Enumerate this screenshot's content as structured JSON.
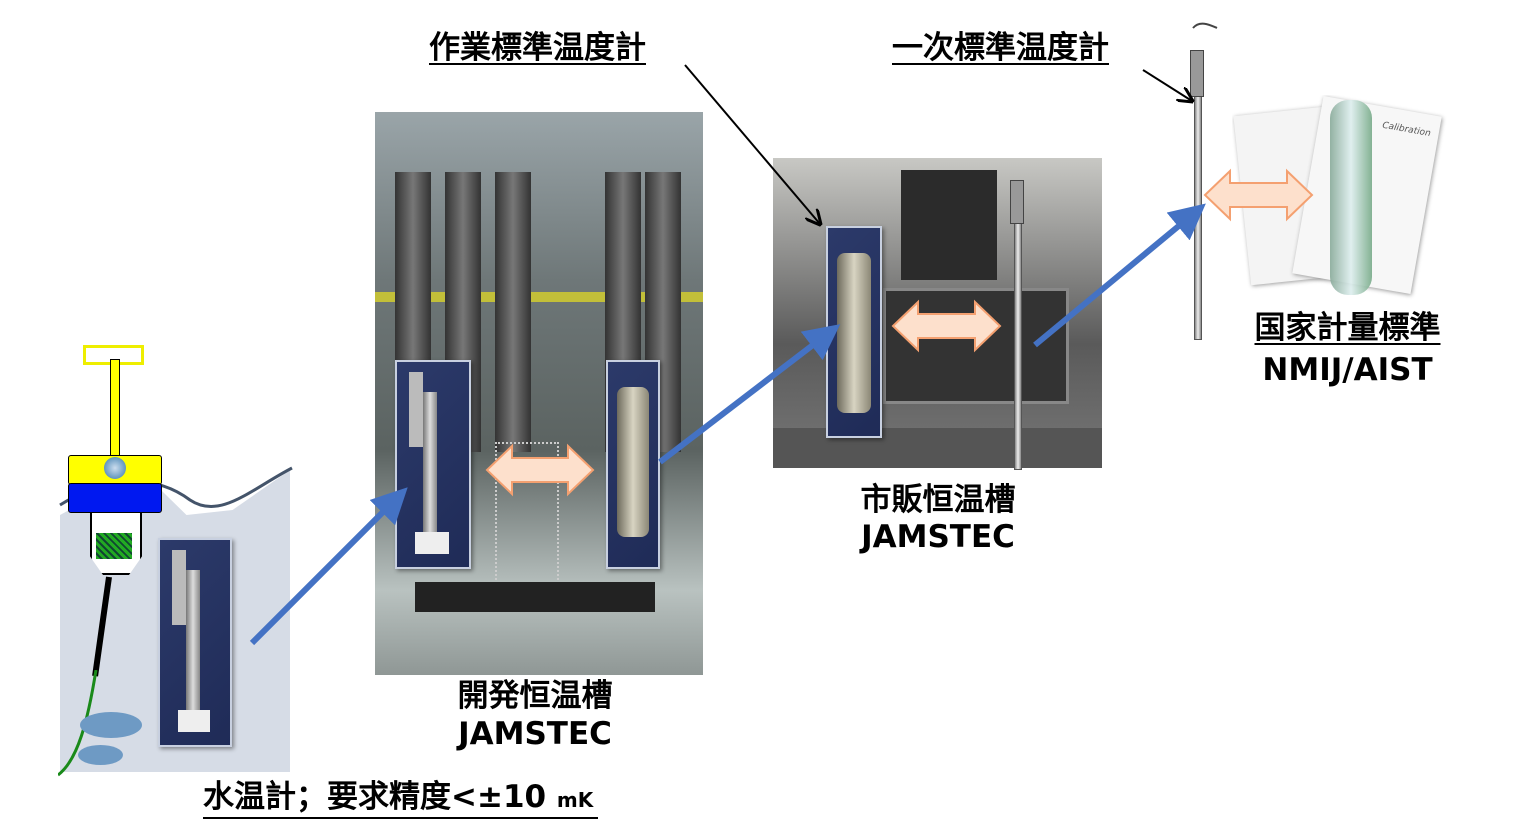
{
  "labels": {
    "working_standard": "作業標準温度計",
    "primary_standard": "一次標準温度計",
    "national_standard": "国家計量標準",
    "national_org": "NMIJ/AIST",
    "commercial_bath": "市販恒温槽",
    "commercial_bath_org": "JAMSTEC",
    "developed_bath": "開発恒温槽",
    "developed_bath_org": "JAMSTEC",
    "requirement": "水温計；要求精度<±10",
    "requirement_unit": "mK"
  },
  "photos": {
    "certificate_text": "Calibration"
  },
  "colors": {
    "flow_arrow": "#4472c4",
    "double_arrow_fill": "#fde0cc",
    "double_arrow_stroke": "#f4a070",
    "sea": "#d6dce6"
  }
}
